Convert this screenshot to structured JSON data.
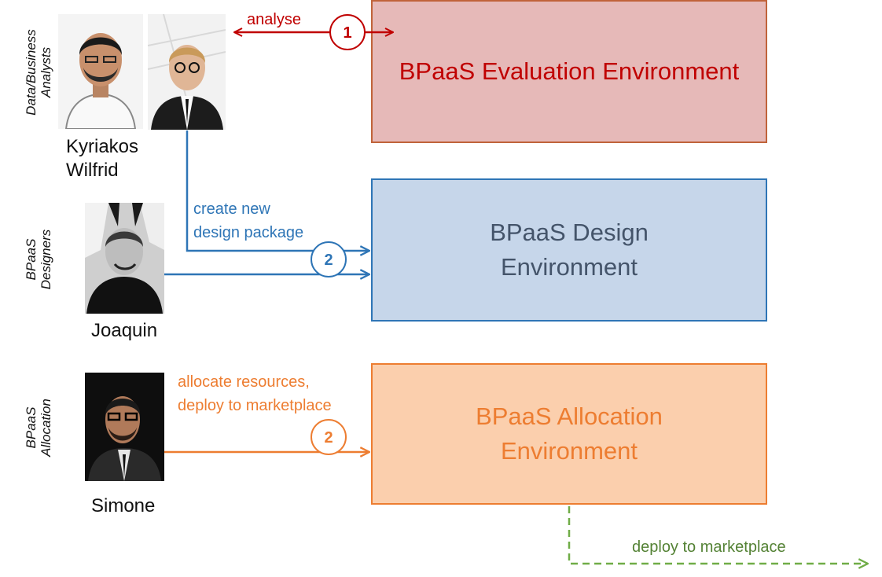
{
  "roles": {
    "analysts": [
      "Data/Business",
      "Analysts"
    ],
    "designers": [
      "BPaaS",
      "Designers"
    ],
    "allocation": [
      "BPaaS",
      "Allocation"
    ]
  },
  "people": {
    "analyst_names": [
      "Kyriakos",
      "Wilfrid"
    ],
    "designer_name": "Joaquin",
    "allocator_name": "Simone"
  },
  "environments": {
    "evaluation": [
      "BPaaS Evaluation Environment"
    ],
    "design": [
      "BPaaS Design",
      "Environment"
    ],
    "allocation": [
      "BPaaS Allocation",
      "Environment"
    ]
  },
  "labels": {
    "analyse": "analyse",
    "create_package": [
      "create new",
      "design package"
    ],
    "allocate": [
      "allocate resources,",
      "deploy to marketplace"
    ],
    "deploy": "deploy to marketplace"
  },
  "steps": {
    "analyse": "1",
    "design": "2",
    "allocate": "2"
  },
  "colors": {
    "red": "#c00000",
    "blue": "#2e75b6",
    "orange": "#ed7d31",
    "green": "#70ad47"
  }
}
